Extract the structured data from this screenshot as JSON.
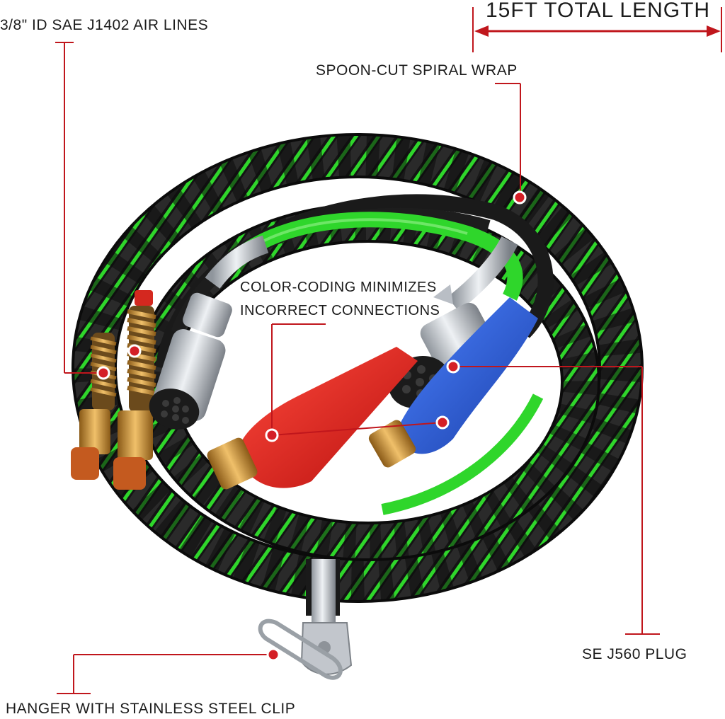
{
  "callouts": {
    "total_length": "15FT TOTAL LENGTH",
    "air_lines": "3/8\" ID SAE J1402 AIR LINES",
    "spiral_wrap": "SPOON-CUT SPIRAL WRAP",
    "color_coding_line1": "COLOR-CODING MINIMIZES",
    "color_coding_line2": "INCORRECT CONNECTIONS",
    "plug": "SE J560 PLUG",
    "hanger": "HANGER WITH STAINLESS STEEL CLIP"
  },
  "colors": {
    "callout_line": "#c0161c",
    "spiral_wrap": "#151515",
    "green_hose": "#2fd62b",
    "red_handle": "#e4231f",
    "blue_handle": "#2a5fd8",
    "brass": "#c8953a",
    "chrome": "#c9cdd3"
  },
  "icons": {
    "plug_left": "seven-pin-plug-icon",
    "plug_right": "seven-pin-plug-icon",
    "hanger_clip": "carabiner-clip-icon"
  }
}
